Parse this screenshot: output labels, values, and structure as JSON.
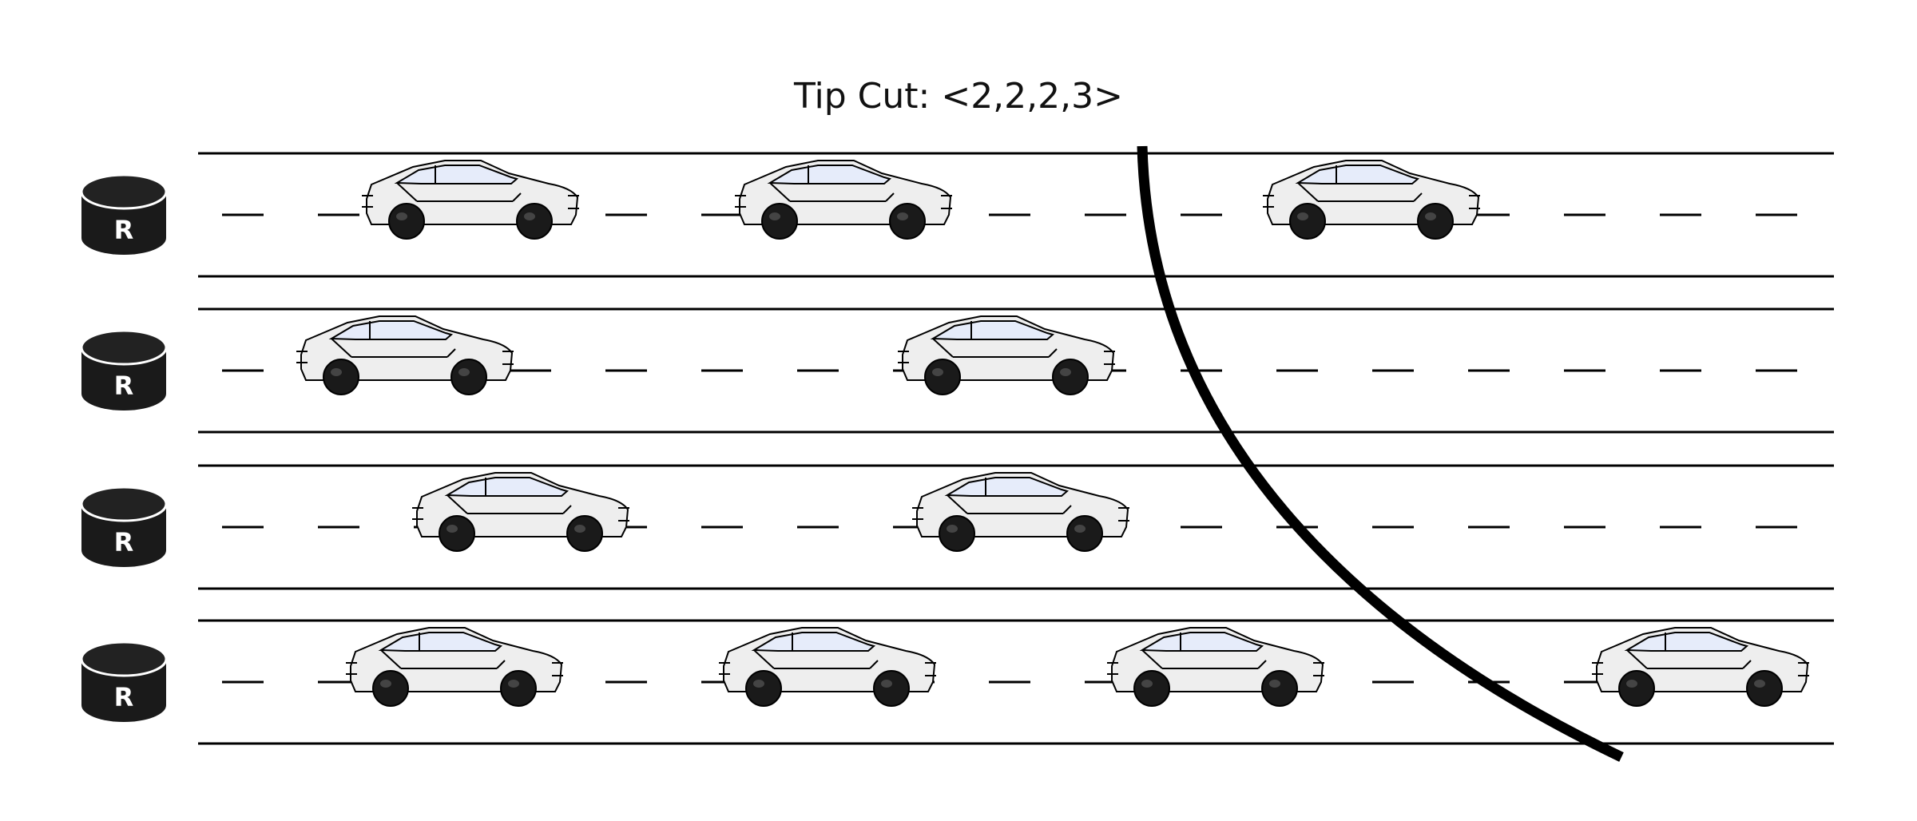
{
  "title": "Tip Cut: <2,2,2,3>",
  "colors": {
    "ink": "#000000",
    "replica_fill": "#1a1a1a",
    "replica_label": "#ffffff",
    "car_body": "#eeeeee",
    "car_window": "#e6ecfa",
    "car_wheel": "#1a1a1a"
  },
  "icons": {
    "replica": "database-cylinder-icon",
    "car": "car-icon"
  },
  "lanes": [
    {
      "replica_label": "R",
      "car_count": 3
    },
    {
      "replica_label": "R",
      "car_count": 2
    },
    {
      "replica_label": "R",
      "car_count": 2
    },
    {
      "replica_label": "R",
      "car_count": 4
    }
  ]
}
